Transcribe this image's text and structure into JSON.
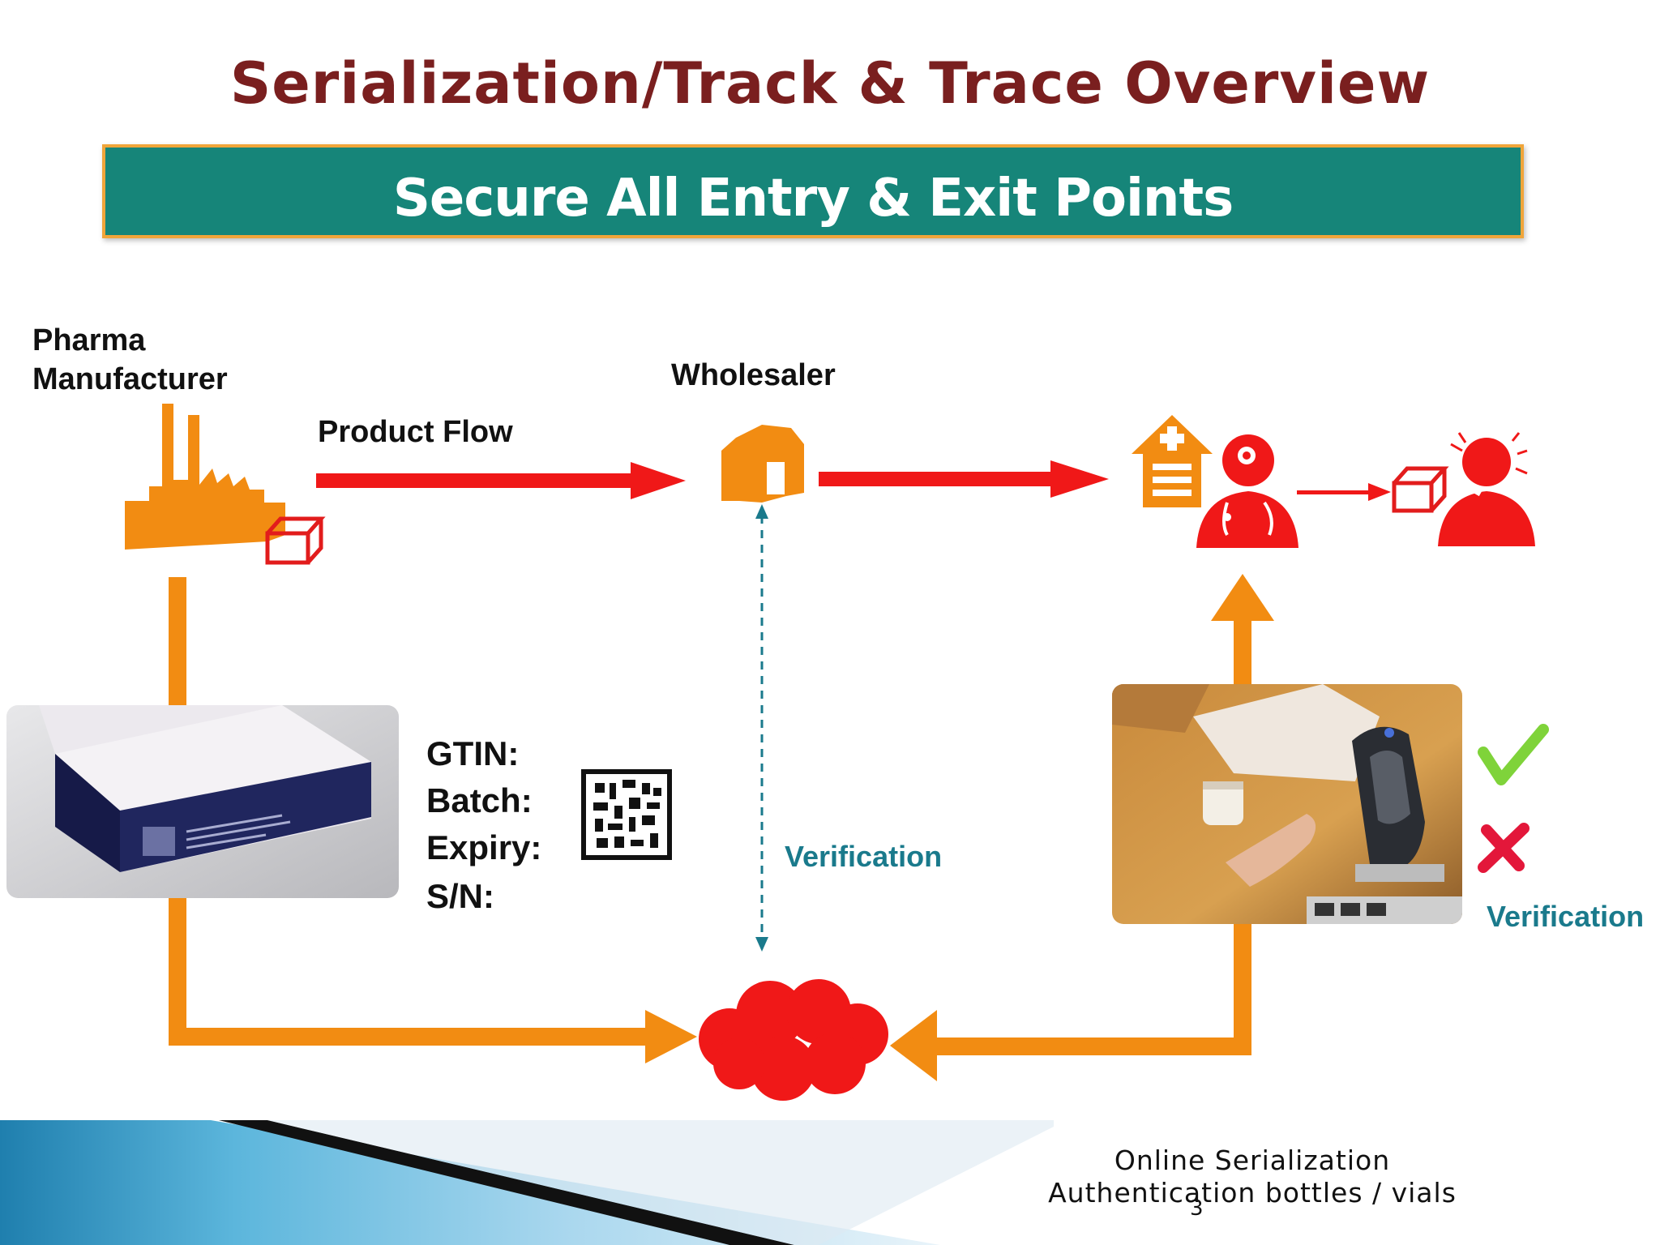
{
  "title": "Serialization/Track & Trace Overview",
  "banner": "Secure All Entry & Exit Points",
  "nodes": {
    "manufacturer_line1": "Pharma",
    "manufacturer_line2": "Manufacturer",
    "wholesaler": "Wholesaler"
  },
  "product_flow_label": "Product Flow",
  "fields": [
    "GTIN:",
    "Batch:",
    "Expiry:",
    "S/N:"
  ],
  "verification_center": "Verification",
  "verification_right": "Verification",
  "footer": {
    "line1": "Online Serialization",
    "line2": "Authentication bottles / vials",
    "page_number": "3"
  },
  "colors": {
    "title": "#7a1f1f",
    "banner_bg": "#168579",
    "banner_border": "#f0a53a",
    "orange": "#f28c12",
    "red": "#f01818",
    "teal_text": "#1a7a8c"
  },
  "icons": [
    "factory-icon",
    "box-icon",
    "warehouse-icon",
    "pharmacy-icon",
    "doctor-icon",
    "patient-icon",
    "cloud-icon",
    "checkmark-icon",
    "cross-icon",
    "qr-code-icon"
  ]
}
